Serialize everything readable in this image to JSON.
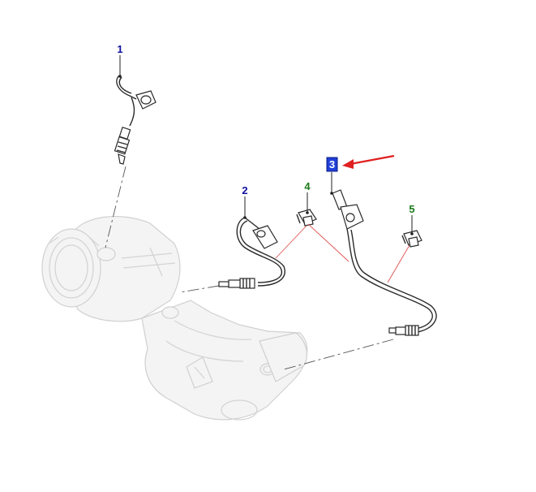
{
  "callouts": [
    {
      "id": "1",
      "label": "1",
      "color": "#1010a0",
      "highlighted": false
    },
    {
      "id": "2",
      "label": "2",
      "color": "#1010a0",
      "highlighted": false
    },
    {
      "id": "3",
      "label": "3",
      "color": "#ffffff",
      "highlighted": true,
      "highlight_fill": "#1f3fd8"
    },
    {
      "id": "4",
      "label": "4",
      "color": "#1a7a1a",
      "highlighted": false
    },
    {
      "id": "5",
      "label": "5",
      "color": "#1a7a1a",
      "highlighted": false
    }
  ],
  "colors": {
    "pointer_arrow": "#e02020",
    "reference_lines": "#e05050"
  }
}
